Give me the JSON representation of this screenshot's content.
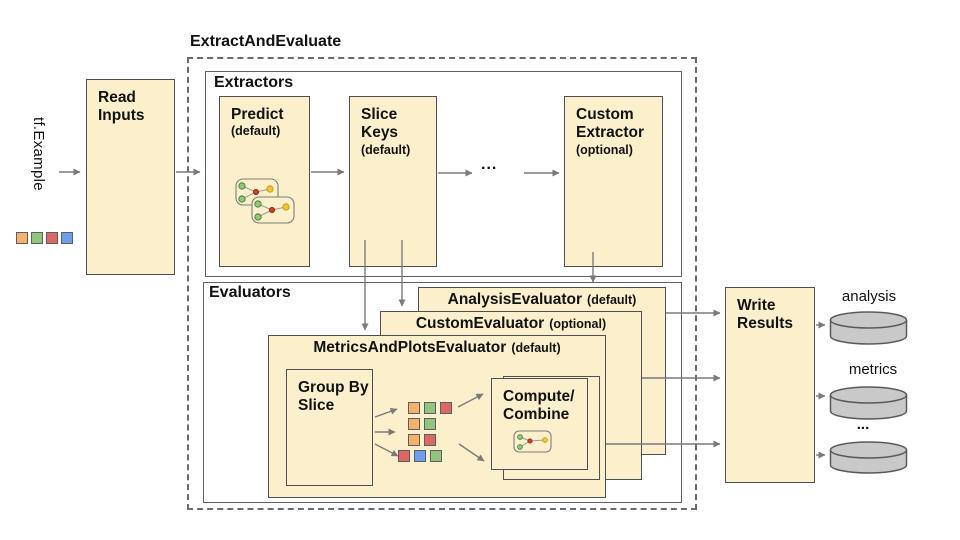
{
  "title": "ExtractAndEvaluate",
  "input": {
    "label": "tf.Example"
  },
  "read_inputs": {
    "label": "Read Inputs"
  },
  "extractors": {
    "label": "Extractors",
    "ellipsis": "...",
    "boxes": [
      {
        "name": "Predict",
        "qualifier": "(default)"
      },
      {
        "name": "Slice Keys",
        "qualifier": "(default)"
      },
      {
        "name": "Custom Extractor",
        "qualifier": "(optional)"
      }
    ]
  },
  "evaluators": {
    "label": "Evaluators",
    "stack": [
      {
        "name": "AnalysisEvaluator",
        "qualifier": "(default)"
      },
      {
        "name": "CustomEvaluator",
        "qualifier": "(optional)"
      },
      {
        "name": "MetricsAndPlotsEvaluator",
        "qualifier": "(default)"
      }
    ],
    "group_by_slice": "Group By Slice",
    "compute_combine": "Compute/ Combine"
  },
  "write_results": {
    "label": "Write Results"
  },
  "outputs": [
    {
      "label": "analysis"
    },
    {
      "label": "metrics"
    },
    {
      "label": "..."
    }
  ],
  "swatches": [
    "orange",
    "green",
    "red",
    "blue"
  ],
  "slice_grid": [
    [
      "orange",
      "green",
      "red"
    ],
    [
      "orange",
      "green"
    ],
    [
      "orange",
      "red"
    ],
    [
      "red",
      "blue",
      "green"
    ]
  ],
  "colors": {
    "box_fill": "#FCF0CC",
    "orange": "#F6B26B",
    "green": "#93C47D",
    "red": "#E06666",
    "blue": "#6D9EEB",
    "cylinder": "#C9C9C9",
    "arrow": "#7a7a7a"
  }
}
